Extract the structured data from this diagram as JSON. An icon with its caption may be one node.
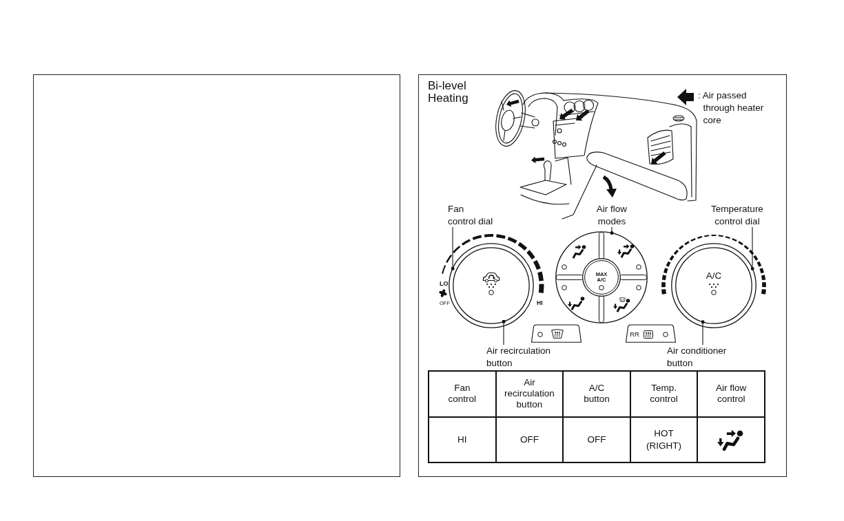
{
  "diagram": {
    "title": "Bi-level Heating",
    "nodes": [
      {
        "text": [
          "Fan control dial"
        ]
      },
      {
        "text": [
          "Air flow modes"
        ]
      },
      {
        "text": [
          "Temperature control dial"
        ]
      },
      {
        "text": [],
        "shape": "circle",
        "beside": [
          "LO",
          "OFF",
          "HI"
        ]
      },
      {
        "text": [],
        "shape": "circle",
        "in": 3
      },
      {
        "text": [],
        "shape": "circle"
      },
      {
        "text": [
          "MAX A/C"
        ],
        "in": 5
      },
      {
        "text": [],
        "shape": "circle"
      },
      {
        "text": [
          "A/C"
        ],
        "in": 7
      },
      {
        "text": [],
        "shape": "box"
      },
      {
        "text": [
          "RR"
        ]
      },
      {
        "text": [
          "Air recirculation button"
        ]
      },
      {
        "text": [
          "Air conditioner button"
        ]
      }
    ],
    "edges": [
      {
        "from": 0,
        "to": 3,
        "arrow": "other"
      },
      {
        "from": 1,
        "to": 5,
        "arrow": "other"
      },
      {
        "from": 2,
        "to": 7,
        "arrow": "other"
      },
      {
        "from": 11,
        "to": 4,
        "arrow": "other"
      },
      {
        "from": 12,
        "to": 8,
        "arrow": "other"
      }
    ],
    "labels": [
      "Fan control",
      "Air recirculation button",
      "A/C button",
      "Temp. control",
      "Air flow control",
      "HI",
      "OFF",
      "OFF",
      "HOT (RIGHT)"
    ],
    "legend": [
      {
        "text": ": Air passed through heater core"
      }
    ]
  }
}
